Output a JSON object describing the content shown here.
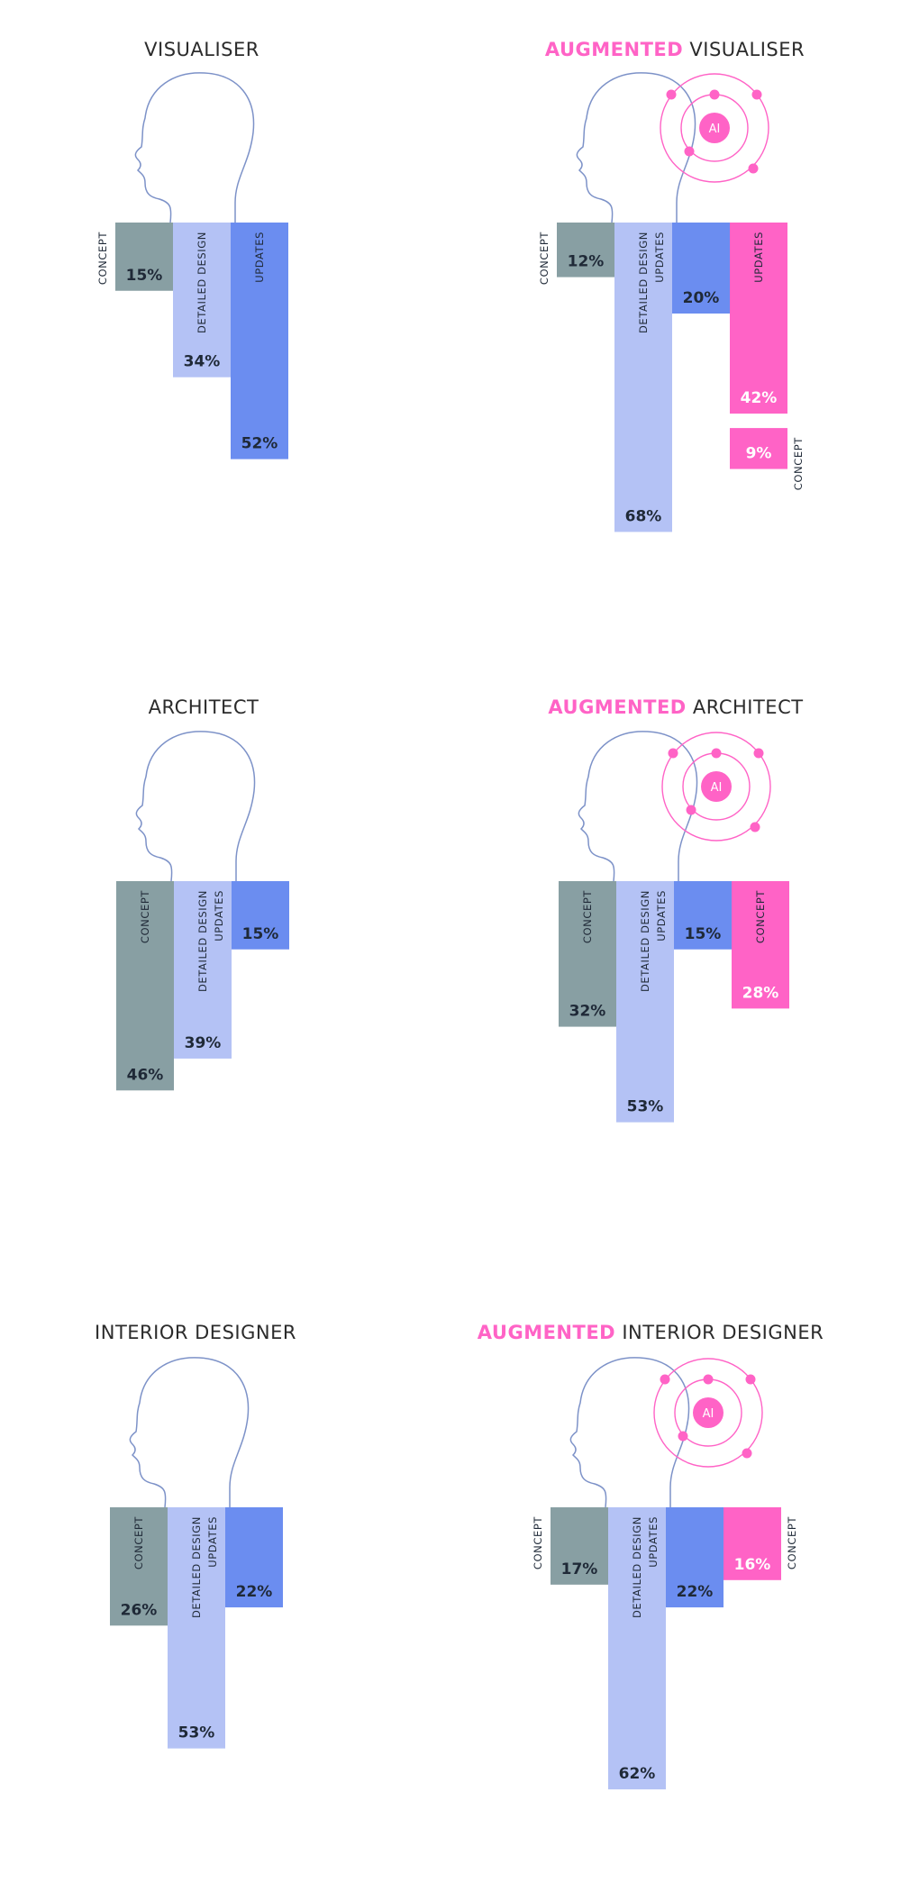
{
  "colors": {
    "concept": "#889fa3",
    "detailed_design": "#b4c2f5",
    "updates": "#6b8df0",
    "ai": "#ff63c6",
    "head_outline": "#7d92c8",
    "title_text": "#2b2b2b",
    "value_text": "#1f2937",
    "ai_value_text": "#ffffff"
  },
  "head_icon": "human-head-outline-icon",
  "ai_icon": "ai-atom-orbit-icon",
  "chart_data": [
    {
      "type": "bar",
      "title_prefix": "",
      "title_role": "VISUALISER",
      "augmented": false,
      "series": [
        {
          "name": "CONCEPT",
          "value": 15,
          "label": "15%",
          "color": "concept"
        },
        {
          "name": "DETAILED DESIGN",
          "value": 34,
          "label": "34%",
          "color": "detailed_design"
        },
        {
          "name": "UPDATES",
          "value": 52,
          "label": "52%",
          "color": "updates"
        }
      ],
      "ai_series": []
    },
    {
      "type": "bar",
      "title_prefix": "AUGMENTED",
      "title_role": "VISUALISER",
      "augmented": true,
      "ai_label": "AI",
      "series": [
        {
          "name": "CONCEPT",
          "value": 12,
          "label": "12%",
          "color": "concept"
        },
        {
          "name": "DETAILED DESIGN",
          "value": 68,
          "label": "68%",
          "color": "detailed_design"
        },
        {
          "name": "UPDATES",
          "value": 20,
          "label": "20%",
          "color": "updates"
        }
      ],
      "ai_series": [
        {
          "name": "UPDATES",
          "value": 42,
          "label": "42%"
        },
        {
          "name": "CONCEPT",
          "value": 9,
          "label": "9%"
        }
      ]
    },
    {
      "type": "bar",
      "title_prefix": "",
      "title_role": "ARCHITECT",
      "augmented": false,
      "series": [
        {
          "name": "CONCEPT",
          "value": 46,
          "label": "46%",
          "color": "concept"
        },
        {
          "name": "DETAILED DESIGN",
          "value": 39,
          "label": "39%",
          "color": "detailed_design"
        },
        {
          "name": "UPDATES",
          "value": 15,
          "label": "15%",
          "color": "updates"
        }
      ],
      "ai_series": []
    },
    {
      "type": "bar",
      "title_prefix": "AUGMENTED",
      "title_role": "ARCHITECT",
      "augmented": true,
      "ai_label": "AI",
      "series": [
        {
          "name": "CONCEPT",
          "value": 32,
          "label": "32%",
          "color": "concept"
        },
        {
          "name": "DETAILED DESIGN",
          "value": 53,
          "label": "53%",
          "color": "detailed_design"
        },
        {
          "name": "UPDATES",
          "value": 15,
          "label": "15%",
          "color": "updates"
        }
      ],
      "ai_series": [
        {
          "name": "CONCEPT",
          "value": 28,
          "label": "28%"
        }
      ]
    },
    {
      "type": "bar",
      "title_prefix": "",
      "title_role": "INTERIOR DESIGNER",
      "augmented": false,
      "series": [
        {
          "name": "CONCEPT",
          "value": 26,
          "label": "26%",
          "color": "concept"
        },
        {
          "name": "DETAILED DESIGN",
          "value": 53,
          "label": "53%",
          "color": "detailed_design"
        },
        {
          "name": "UPDATES",
          "value": 22,
          "label": "22%",
          "color": "updates"
        }
      ],
      "ai_series": []
    },
    {
      "type": "bar",
      "title_prefix": "AUGMENTED",
      "title_role": "INTERIOR DESIGNER",
      "augmented": true,
      "ai_label": "AI",
      "series": [
        {
          "name": "CONCEPT",
          "value": 17,
          "label": "17%",
          "color": "concept"
        },
        {
          "name": "DETAILED DESIGN",
          "value": 62,
          "label": "62%",
          "color": "detailed_design"
        },
        {
          "name": "UPDATES",
          "value": 22,
          "label": "22%",
          "color": "updates"
        }
      ],
      "ai_series": [
        {
          "name": "CONCEPT",
          "value": 16,
          "label": "16%"
        }
      ]
    }
  ]
}
